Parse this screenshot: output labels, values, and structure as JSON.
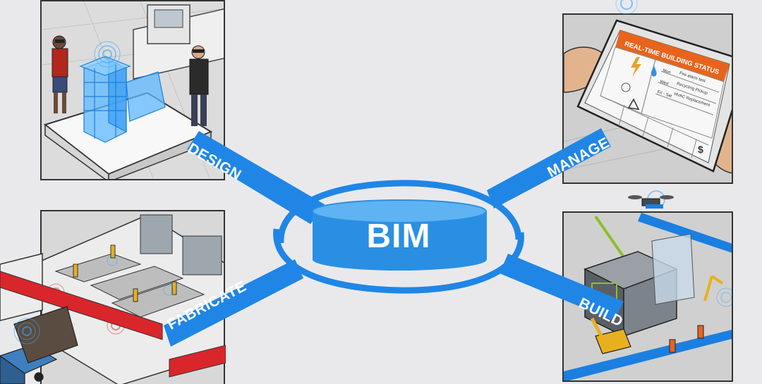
{
  "center": {
    "label": "BIM"
  },
  "spokes": [
    {
      "id": "design",
      "label": "DESIGN"
    },
    {
      "id": "manage",
      "label": "MANAGE"
    },
    {
      "id": "fabricate",
      "label": "FABRICATE"
    },
    {
      "id": "build",
      "label": "BUILD"
    }
  ],
  "tablet": {
    "title": "REAL-TIME BUILDING STATUS",
    "rows": [
      {
        "col1": "Mon",
        "col2": "Fire alarm test"
      },
      {
        "col1": "Wed",
        "col2": "Recycling Pickup"
      },
      {
        "col1": "Fri - Sat",
        "col2": "HVAC Replacement"
      }
    ]
  },
  "colors": {
    "accent_blue": "#1a7fe0",
    "band_blue": "#1f86e6",
    "cylinder_side": "#2a8fe3",
    "cylinder_top": "#5fb3f2",
    "background": "#e9e9ec",
    "tablet_header": "#e8641c",
    "hologram": "#4fb3ff",
    "factory_red": "#d9262b"
  },
  "icons": [
    "hologram-building-icon",
    "tablet-icon",
    "drone-icon",
    "crane-icon",
    "truck-icon",
    "robot-arm-icon",
    "wifi-signal-icon"
  ]
}
